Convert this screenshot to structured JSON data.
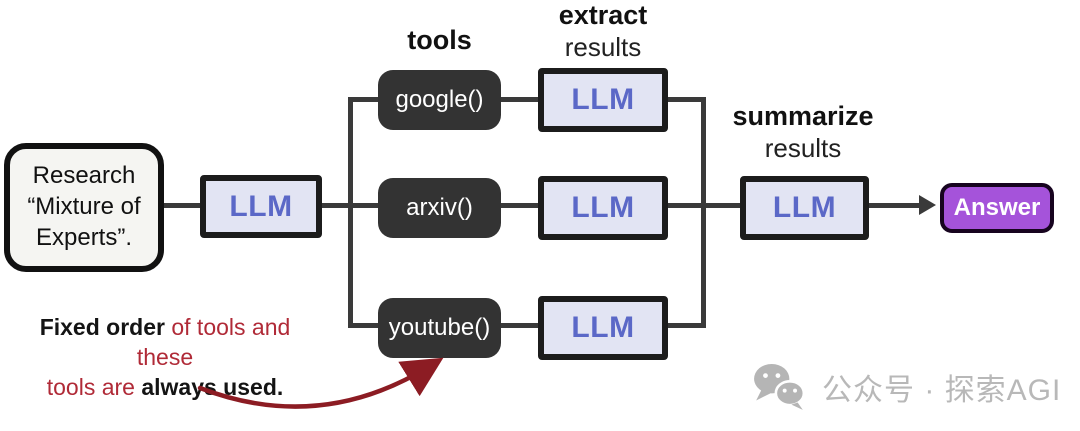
{
  "flow": {
    "input": {
      "lines": [
        "Research",
        "“Mixture of",
        "Experts”."
      ]
    },
    "llm_label": "LLM",
    "stage_labels": {
      "tools": "tools",
      "extract_title": "extract",
      "extract_sub": "results",
      "summarize_title": "summarize",
      "summarize_sub": "results"
    },
    "tools": [
      {
        "name": "google()"
      },
      {
        "name": "arxiv()"
      },
      {
        "name": "youtube()"
      }
    ],
    "answer_label": "Answer"
  },
  "annotation": {
    "line1_bold": "Fixed order",
    "line1_red": " of tools and these",
    "line2_red": "tools are ",
    "line2_bold": "always used."
  },
  "watermark": {
    "icon": "wechat-icon",
    "text": "公众号 · 探索AGI"
  },
  "colors": {
    "llm_fill": "#e2e4f3",
    "llm_text": "#5b68c7",
    "tool_fill": "#333333",
    "answer_fill": "#a553da",
    "connector": "#3a3a3a",
    "annotation_red": "#b02a37",
    "arrow_red": "#8c1c23",
    "watermark_gray": "#b5b5b5"
  }
}
